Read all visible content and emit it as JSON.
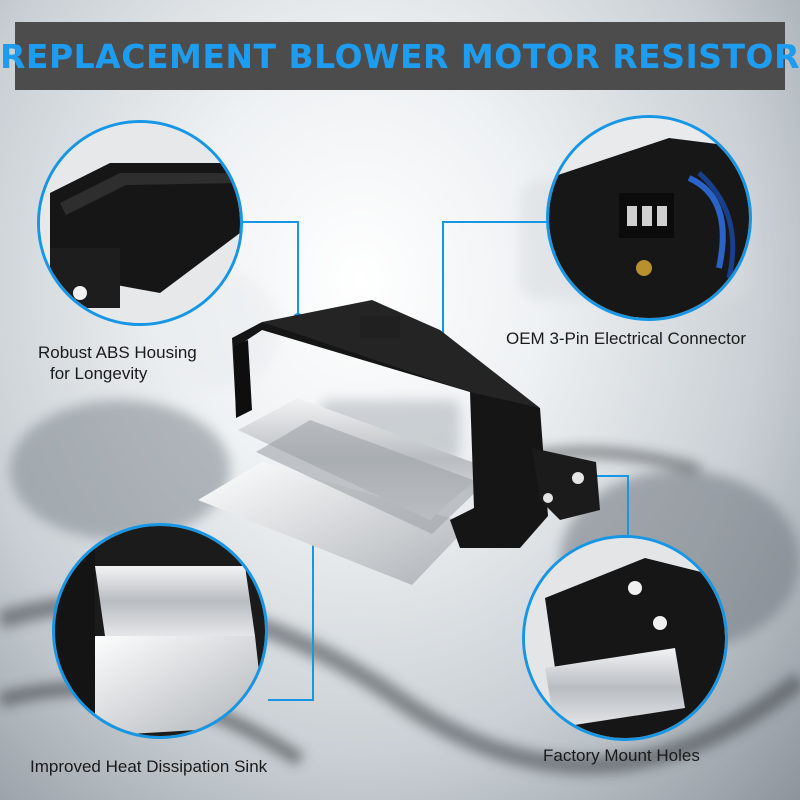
{
  "banner": {
    "title": "REPLACEMENT BLOWER MOTOR RESISTOR"
  },
  "callouts": {
    "housing": {
      "label_line1": "Robust ABS Housing",
      "label_line2": "for Longevity",
      "icon": "abs-housing-closeup"
    },
    "connector": {
      "label": "OEM 3-Pin Electrical Connector",
      "icon": "electrical-connector-closeup"
    },
    "heat_sink": {
      "label": "Improved Heat Dissipation Sink",
      "icon": "heat-sink-closeup"
    },
    "mount": {
      "label": "Factory Mount Holes",
      "icon": "mount-holes-closeup"
    }
  },
  "colors": {
    "accent": "#1796e6",
    "banner_bg": "#4c4c4c",
    "banner_text": "#1e9df0",
    "product": "#151515",
    "aluminum": "#c9ccd0"
  }
}
